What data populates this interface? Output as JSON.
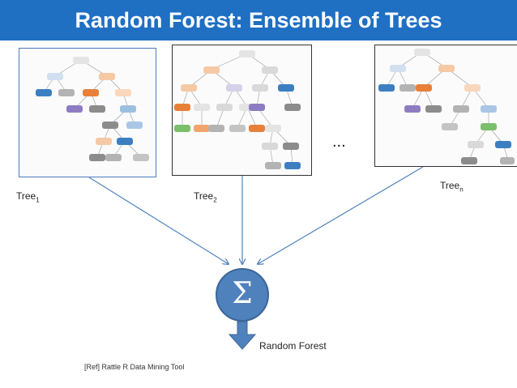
{
  "title": "Random Forest: Ensemble of Trees",
  "trees": [
    {
      "label": "Tree",
      "sub": "1"
    },
    {
      "label": "Tree",
      "sub": "2"
    },
    {
      "label": "Tree",
      "sub": "n"
    }
  ],
  "ellipsis": "...",
  "aggregator": {
    "symbol": "Σ",
    "label": "Random Forest"
  },
  "reference": "[Ref] Rattle R Data Mining Tool",
  "colors": {
    "title_bar": "#1f6fc3",
    "arrow": "#4f81bd",
    "sum_node": "#4f81bd",
    "node_orange": "#e8803a",
    "node_blue": "#3c7fc0",
    "node_purple": "#8e7cc3",
    "node_gray": "#8c8c8c",
    "node_green": "#7bbf6a"
  }
}
